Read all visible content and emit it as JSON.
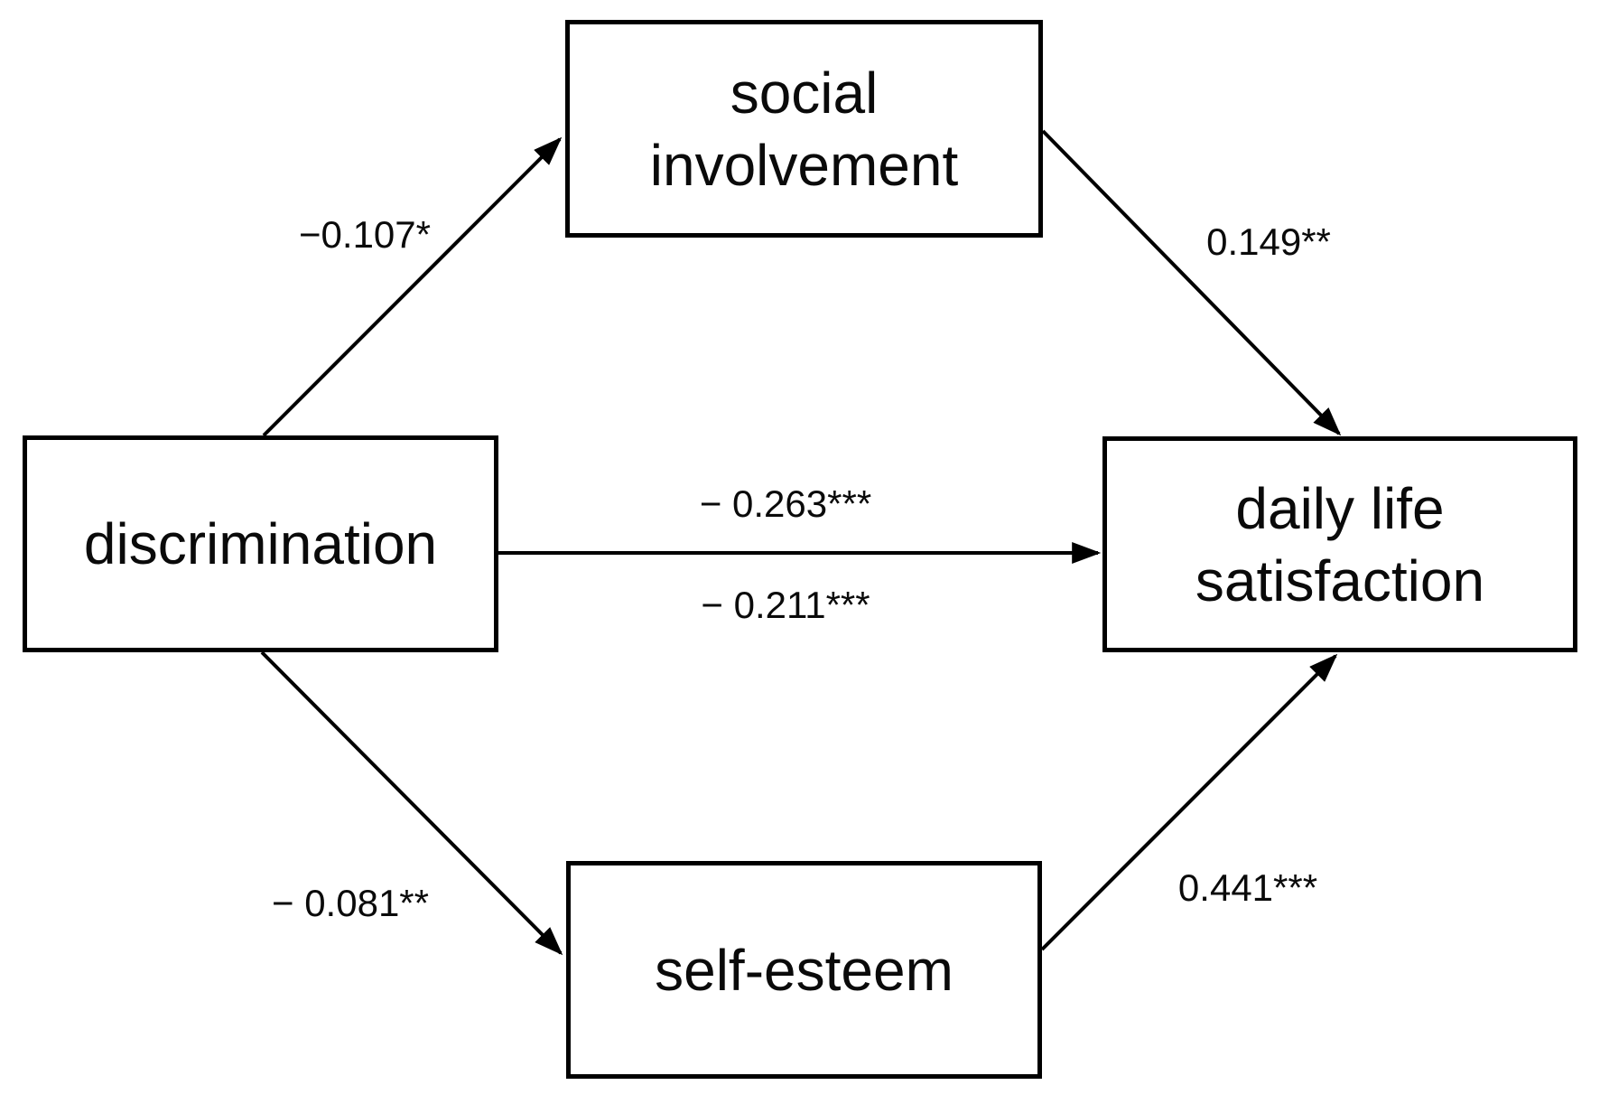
{
  "diagram": {
    "type": "path-model",
    "background_color": "#ffffff",
    "line_color": "#000000",
    "text_color": "#0a0a0a",
    "nodes": [
      {
        "id": "discrimination",
        "label": "discrimination",
        "role": "independent-variable"
      },
      {
        "id": "social-involvement",
        "label": "social involvement",
        "role": "mediator-top"
      },
      {
        "id": "self-esteem",
        "label": "self-esteem",
        "role": "mediator-bottom"
      },
      {
        "id": "daily-life-satisfaction",
        "label": "daily life satisfaction",
        "role": "dependent-variable"
      }
    ],
    "edges": [
      {
        "from": "discrimination",
        "to": "social-involvement",
        "label": "−0.107*"
      },
      {
        "from": "social-involvement",
        "to": "daily-life-satisfaction",
        "label": "0.149**"
      },
      {
        "from": "discrimination",
        "to": "daily-life-satisfaction",
        "label_upper": "− 0.263***",
        "label_lower": "− 0.211***"
      },
      {
        "from": "discrimination",
        "to": "self-esteem",
        "label": "− 0.081**"
      },
      {
        "from": "self-esteem",
        "to": "daily-life-satisfaction",
        "label": "0.441***"
      }
    ]
  }
}
